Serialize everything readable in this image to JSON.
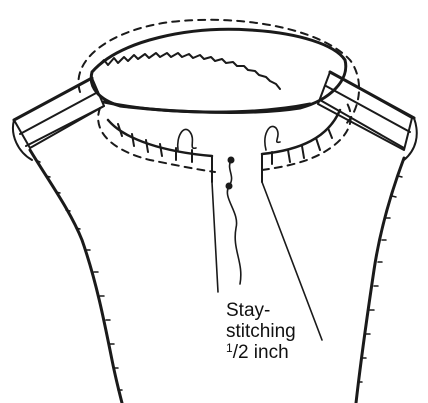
{
  "illustration": {
    "callout_lines": [
      "Stay-",
      "stitching"
    ],
    "callout_fraction_numerator": "1",
    "callout_fraction_rest": "/2 inch",
    "colors": {
      "ink": "#1a1a1a",
      "collar_band_fill": "#c8c8c8",
      "shoulder_band_fill": "#d2d2d2",
      "background": "#ffffff"
    }
  }
}
